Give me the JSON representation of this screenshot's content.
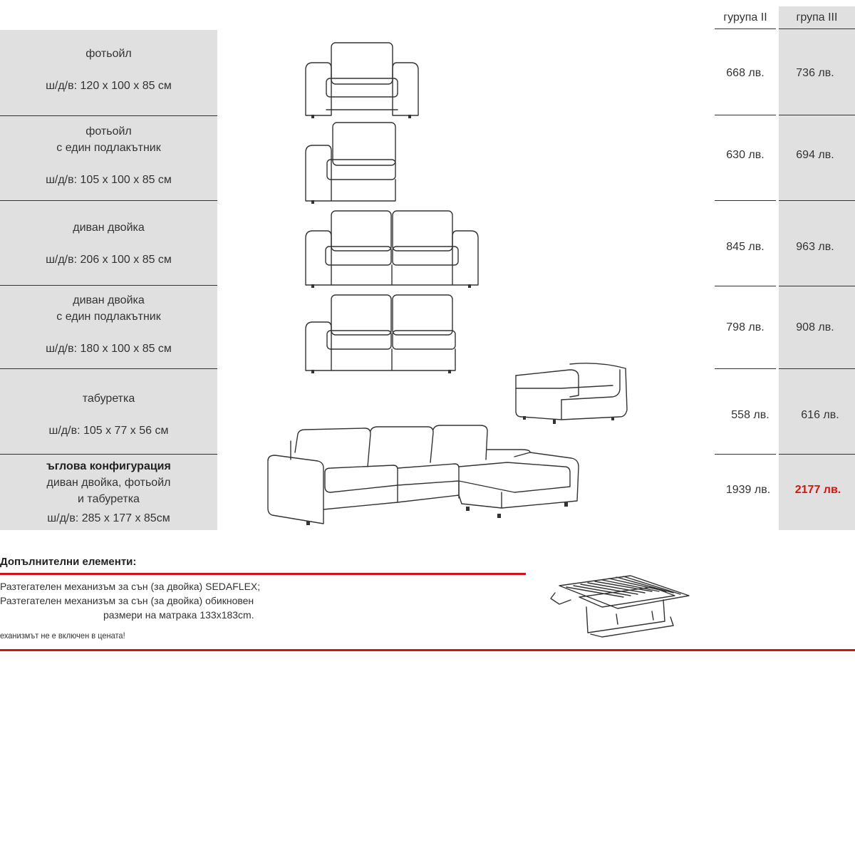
{
  "header": {
    "group2": "гурупа II",
    "group3": "група III"
  },
  "products": [
    {
      "name_lines": [
        "фотьойл"
      ],
      "dims": "ш/д/в: 120 x 100 x 85 см",
      "price_g2": "668 лв.",
      "price_g3": "736 лв.",
      "icon": "armchair-icon"
    },
    {
      "name_lines": [
        "фотьойл",
        "с един подлакътник"
      ],
      "dims": "ш/д/в: 105 x 100 x 85 см",
      "price_g2": "630 лв.",
      "price_g3": "694 лв.",
      "icon": "armchair-one-arm-icon"
    },
    {
      "name_lines": [
        "диван двойка"
      ],
      "dims": "ш/д/в: 206 x 100 x 85 см",
      "price_g2": "845 лв.",
      "price_g3": "963 лв.",
      "icon": "two-seat-sofa-icon"
    },
    {
      "name_lines": [
        "диван двойка",
        "с един подлакътник"
      ],
      "dims": "ш/д/в: 180 x 100 x 85 см",
      "price_g2": "798 лв.",
      "price_g3": "908 лв.",
      "icon": "two-seat-sofa-one-arm-icon"
    },
    {
      "name_lines": [
        "табуретка"
      ],
      "dims": "ш/д/в: 105 x 77 x 56 см",
      "price_g2": "558 лв.",
      "price_g3": "616 лв.",
      "icon": "ottoman-icon"
    },
    {
      "name_bold": "ъглова конфигурация",
      "name_lines": [
        "диван двойка, фотьойл",
        "и табуретка"
      ],
      "dims": "ш/д/в: 285 x 177 x 85см",
      "price_g2": "1939 лв.",
      "price_g3": "2177 лв.",
      "icon": "corner-sofa-icon"
    }
  ],
  "extras": {
    "title": "Допълнителни елементи:",
    "line1": "Разтегателен механизъм за сън (за двойка) SEDAFLEX;",
    "line2": "Разтегателен механизъм за сън (за двойка) обикновен",
    "line3": "размери на матрака 133x183cm.",
    "note": "еханизмът не е включен в цената!",
    "icon": "sofa-bed-mechanism-icon"
  },
  "colors": {
    "accent_red": "#d41414",
    "panel_gray": "#e0e0e0"
  }
}
